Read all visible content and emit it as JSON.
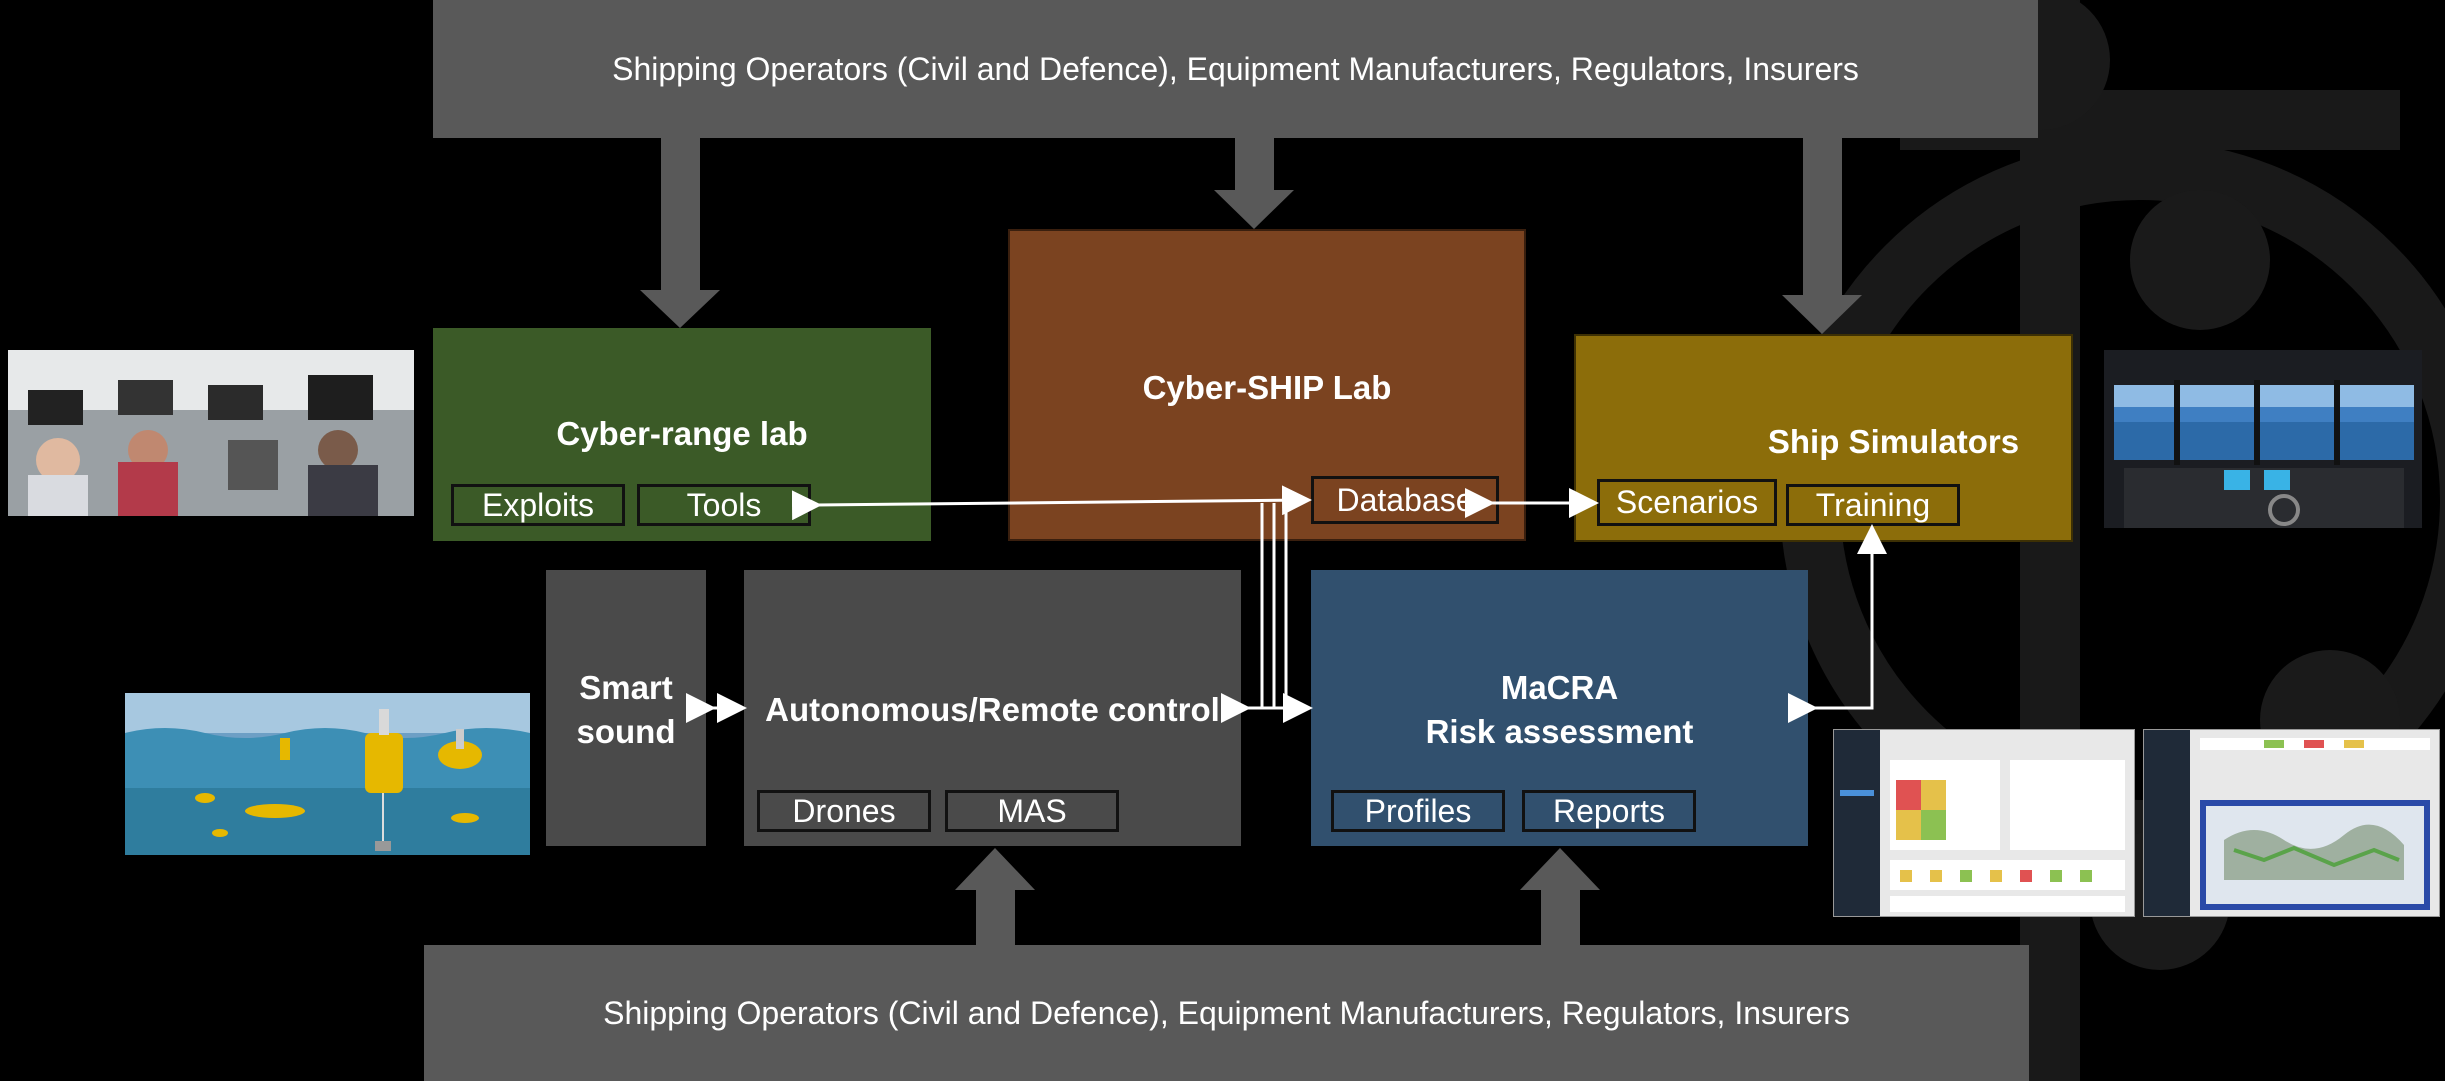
{
  "top_band": {
    "label": "Shipping Operators (Civil and Defence), Equipment Manufacturers, Regulators, Insurers"
  },
  "bottom_band": {
    "label": "Shipping Operators (Civil and Defence), Equipment Manufacturers, Regulators, Insurers"
  },
  "cyber_range": {
    "title": "Cyber-range lab",
    "items": [
      "Exploits",
      "Tools"
    ]
  },
  "cyber_ship": {
    "title": "Cyber-SHIP Lab",
    "items": [
      "Database"
    ]
  },
  "ship_sim": {
    "title": "Ship Simulators",
    "items": [
      "Scenarios",
      "Training"
    ]
  },
  "smart_sound": {
    "title_line1": "Smart",
    "title_line2": "sound"
  },
  "autonomous": {
    "title": "Autonomous/Remote control",
    "items": [
      "Drones",
      "MAS"
    ]
  },
  "macra": {
    "title_line1": "MaCRA",
    "title_line2": "Risk assessment",
    "items": [
      "Profiles",
      "Reports"
    ]
  },
  "colors": {
    "band": "#595959",
    "cyber_range": "#3b5a27",
    "cyber_ship": "#7b4320",
    "ship_sim": "#8c6d0a",
    "grey_block": "#4a4a4a",
    "macra": "#31506e"
  }
}
